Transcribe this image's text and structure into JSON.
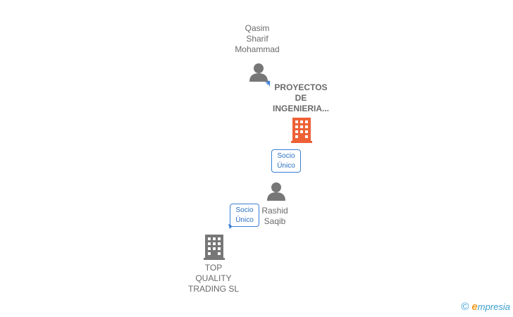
{
  "nodes": {
    "qasim": {
      "label": "Qasim\nSharif\nMohammad",
      "icon": "person-icon"
    },
    "proyectos": {
      "label": "PROYECTOS\nDE\nINGENIERIA...",
      "icon": "building-icon",
      "color": "#ee6135"
    },
    "rashid": {
      "label": "Rashid\nSaqib",
      "icon": "person-icon"
    },
    "topquality": {
      "label": "TOP\nQUALITY\nTRADING  SL",
      "icon": "building-icon",
      "color": "#777777"
    }
  },
  "edges": [
    {
      "from": "proyectos",
      "to": "rashid",
      "label": "Socio\nÚnico"
    },
    {
      "from": "rashid",
      "to": "topquality",
      "label": "Socio\nÚnico"
    }
  ],
  "colors": {
    "edge": "#3a7fd5",
    "person": "#777777",
    "label_text": "#6a6a6a"
  },
  "brand": {
    "copyright": "©",
    "e": "e",
    "rest": "mpresia"
  }
}
